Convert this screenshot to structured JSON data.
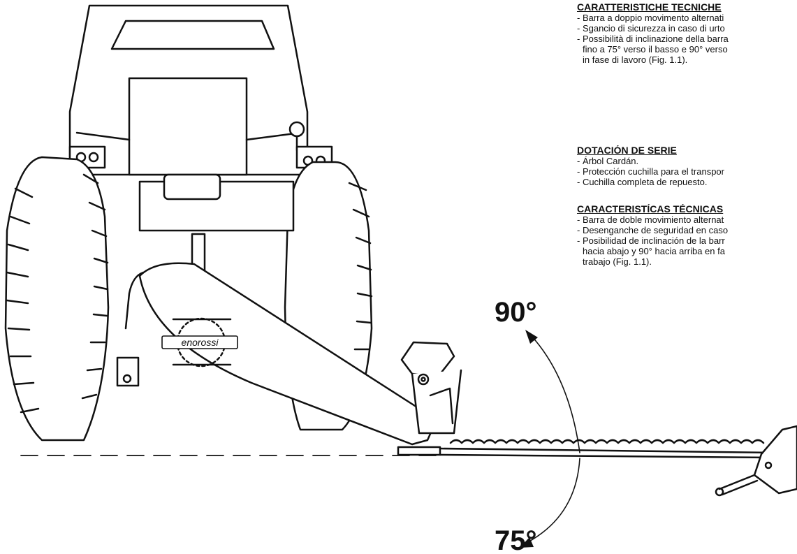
{
  "sections": [
    {
      "title": "CARATTERISTICHE TECNICHE",
      "lines": [
        "- Barra a doppio movimento alternati",
        "- Sgancio di sicurezza in caso di urto",
        "- Possibilità di inclinazione della barra",
        "  fino a 75° verso il basso e 90° verso",
        "  in fase di lavoro (Fig. 1.1)."
      ]
    },
    {
      "title": "DOTACIÓN DE SERIE",
      "lines": [
        "- Árbol Cardán.",
        "- Protección cuchilla para el transpor",
        "- Cuchilla completa de repuesto."
      ]
    },
    {
      "title": "CARACTERISTÍCAS TÉCNICAS",
      "lines": [
        "- Barra de doble movimiento alternat",
        "- Desenganche de seguridad en caso",
        "- Posibilidad de inclinación de la barr",
        "  hacia abajo y 90° hacia arriba en fa",
        "  trabajo (Fig. 1.1)."
      ]
    }
  ],
  "angles": {
    "up": "90°",
    "down": "75°"
  },
  "logo_text": "enorossi"
}
